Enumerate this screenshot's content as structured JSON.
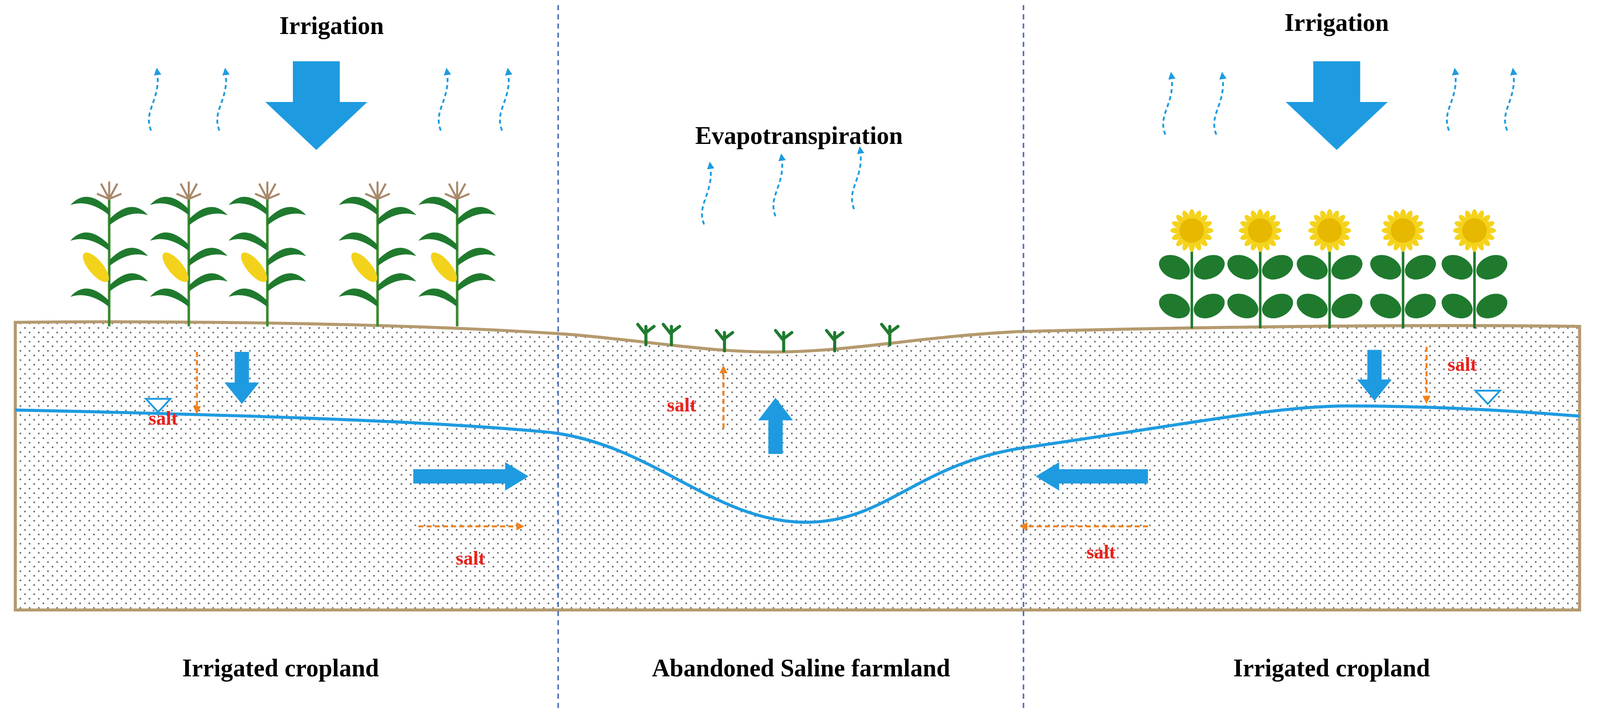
{
  "diagram": {
    "labels": [
      "Irrigation",
      "Irrigation",
      "Evapotranspiration",
      "salt",
      "salt",
      "salt",
      "salt",
      "salt",
      "Irrigated cropland",
      "Abandoned Saline farmland",
      "Irrigated cropland"
    ]
  }
}
